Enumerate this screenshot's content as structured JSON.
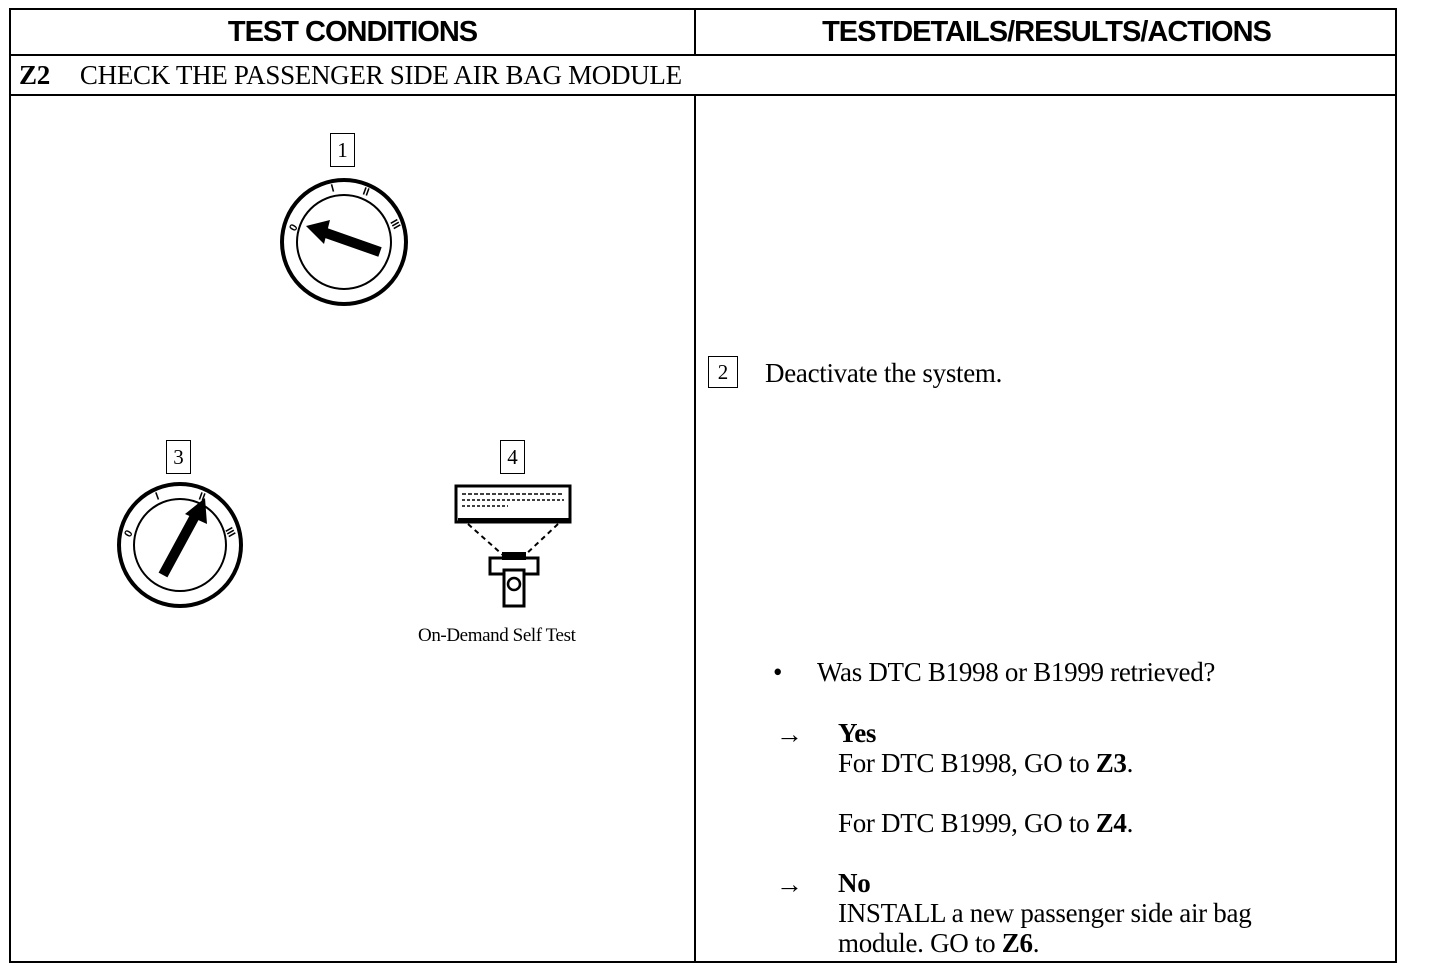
{
  "header": {
    "left": "TEST CONDITIONS",
    "right": "TESTDETAILS/RESULTS/ACTIONS"
  },
  "step": {
    "id": "Z2",
    "title": "CHECK THE PASSENGER SIDE AIR BAG MODULE"
  },
  "figures": {
    "fig1": {
      "number": "1"
    },
    "fig3": {
      "number": "3"
    },
    "fig4": {
      "number": "4",
      "caption": "On-Demand Self Test"
    },
    "ignition_positions": [
      "0",
      "I",
      "II",
      "III"
    ]
  },
  "details": {
    "step2": {
      "number": "2",
      "text": "Deactivate the system."
    },
    "question": {
      "bullet": "•",
      "text": "Was DTC B1998 or B1999 retrieved?"
    },
    "yes": {
      "arrow": "→",
      "label": "Yes",
      "line1_prefix": "For DTC B1998, GO to ",
      "line1_target": "Z3",
      "line1_suffix": ".",
      "line2_prefix": "For DTC B1999, GO to ",
      "line2_target": "Z4",
      "line2_suffix": "."
    },
    "no": {
      "arrow": "→",
      "label": "No",
      "line1": "INSTALL a new passenger side air bag",
      "line2_prefix": "module. GO to ",
      "line2_target": "Z6",
      "line2_suffix": "."
    }
  }
}
